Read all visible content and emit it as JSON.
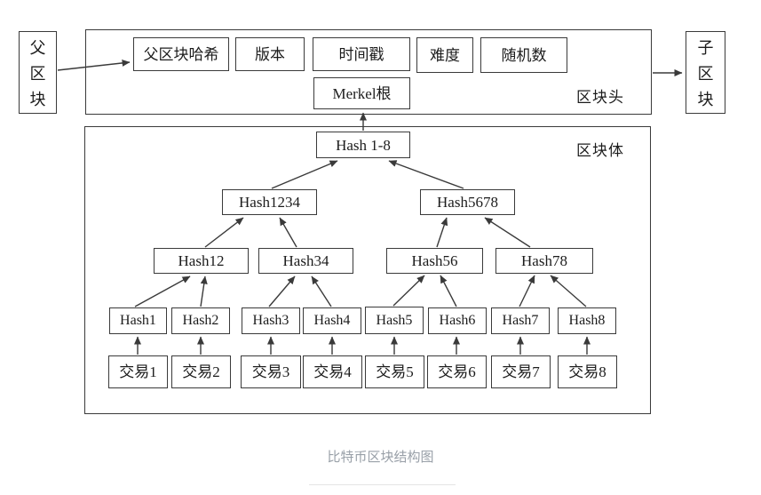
{
  "caption": "比特币区块结构图",
  "blocks": {
    "parent": "父区块",
    "child": "子区块"
  },
  "header": {
    "title": "区块头",
    "fields": {
      "prev_hash": "父区块哈希",
      "version": "版本",
      "timestamp": "时间戳",
      "difficulty": "难度",
      "nonce": "随机数",
      "merkle_root": "Merkel根"
    }
  },
  "body": {
    "title": "区块体",
    "merkle_root": "Hash 1-8",
    "level2": [
      "Hash1234",
      "Hash5678"
    ],
    "level3": [
      "Hash12",
      "Hash34",
      "Hash56",
      "Hash78"
    ],
    "leaf_hashes": [
      "Hash1",
      "Hash2",
      "Hash3",
      "Hash4",
      "Hash5",
      "Hash6",
      "Hash7",
      "Hash8"
    ],
    "transactions": [
      "交易1",
      "交易2",
      "交易3",
      "交易4",
      "交易5",
      "交易6",
      "交易7",
      "交易8"
    ]
  },
  "colors": {
    "line": "#3a3a3a",
    "text": "#1c1c1c",
    "caption": "#99a0a8",
    "divider": "#e4e4e4",
    "background": "#ffffff"
  }
}
